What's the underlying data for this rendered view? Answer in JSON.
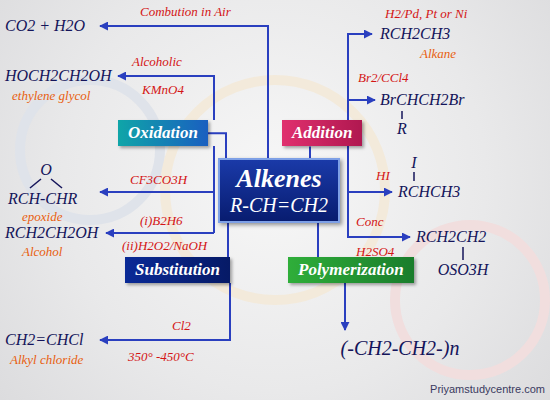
{
  "diagram": {
    "nodes": [
      {
        "text": [
          "Oxidation"
        ]
      },
      {
        "text": [
          "Addition"
        ]
      },
      {
        "text": [
          "Alkenes",
          "R-CH=CH2"
        ]
      },
      {
        "text": [
          "Substitution"
        ]
      },
      {
        "text": [
          "Polymerization"
        ]
      }
    ],
    "edges": [
      {
        "from": 2,
        "to": 0,
        "arrow": "none"
      },
      {
        "from": 2,
        "to": 1,
        "arrow": "none"
      },
      {
        "from": 2,
        "to": 3,
        "arrow": "none"
      },
      {
        "from": 2,
        "to": 4,
        "arrow": "none"
      }
    ],
    "labels": [
      "Combution in Air",
      "CO2 + H2O",
      "Alcoholic",
      "KMnO4",
      "HOCH2CH2OH",
      "ethylene glycol",
      "CF3CO3H",
      "O",
      "RCH-CHR",
      "epoxide",
      "(i)B2H6",
      "RCH2CH2OH",
      "Alcohol",
      "(ii)H2O2/NaOH",
      "H2/Pd, Pt or Ni",
      "RCH2CH3",
      "Alkane",
      "Br2/CCl4",
      "BrCHCH2Br",
      "R",
      "HI",
      "I",
      "RCHCH3",
      "Conc",
      "H2SO4",
      "RCH2CH2",
      "OSO3H",
      "Cl2",
      "CH2=CHCl",
      "350° -450°C",
      "Alkyl chloride",
      "(-CH2-CH2-)n",
      "Priyamstudycentre.com"
    ]
  }
}
